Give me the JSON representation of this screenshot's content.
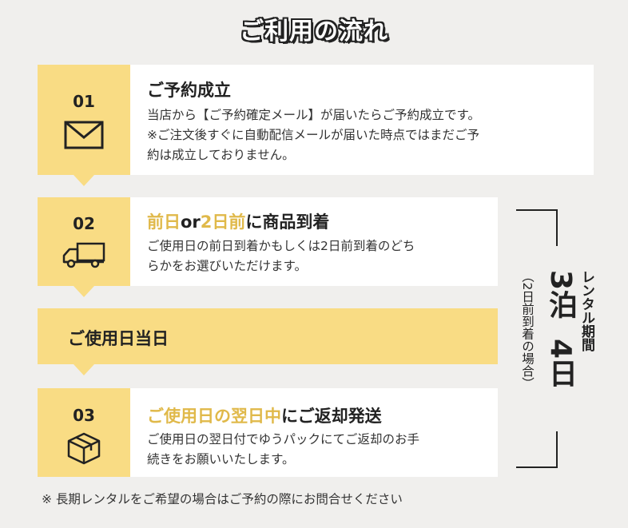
{
  "title": "ご利用の流れ",
  "steps": [
    {
      "num": "01",
      "icon": "envelope-icon",
      "heading": "ご予約成立",
      "desc": [
        "当店から【ご予約確定メール】が届いたらご予約成立です。",
        "※ご注文後すぐに自動配信メールが届いた時点ではまだご予",
        "約は成立しておりません。"
      ]
    },
    {
      "num": "02",
      "icon": "truck-icon",
      "heading_parts": [
        "前日",
        "or",
        "2日前",
        "に商品到着"
      ],
      "desc": [
        "ご使用日の前日到着かもしくは2日前到着のどち",
        "らかをお選びいただけます。"
      ]
    },
    {
      "num": "03",
      "icon": "package-icon",
      "heading_parts": [
        "ご使用日の翌日中",
        "にご返却発送"
      ],
      "desc": [
        "ご使用日の翌日付でゆうパックにてご返却のお手",
        "続きをお願いいたします。"
      ]
    }
  ],
  "usage_day_label": "ご使用日当日",
  "rental": {
    "period_label": "レンタル期間",
    "nights": "3泊",
    "days": "4日",
    "note": "（2日前到着の場合）"
  },
  "footer": "※ 長期レンタルをご希望の場合はご予約の際にお問合せください",
  "colors": {
    "accent": "#e0b94a",
    "yellow": "#f9dc84",
    "background": "#f0efed"
  }
}
